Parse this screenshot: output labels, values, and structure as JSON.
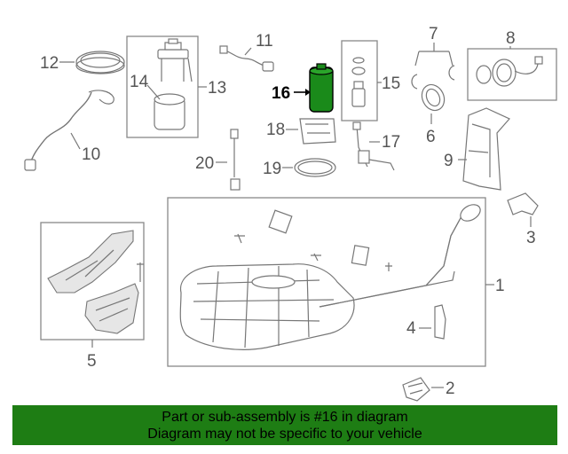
{
  "callouts": [
    "1",
    "2",
    "3",
    "4",
    "5",
    "6",
    "7",
    "8",
    "9",
    "10",
    "11",
    "12",
    "13",
    "14",
    "15",
    "16",
    "17",
    "18",
    "19",
    "20"
  ],
  "highlight": "16",
  "highlight_color": "#1a8a1a",
  "banner": {
    "line1": "Part or sub-assembly is #16 in diagram",
    "line2": "Diagram may not be specific to your vehicle",
    "background": "#1e7d14"
  }
}
